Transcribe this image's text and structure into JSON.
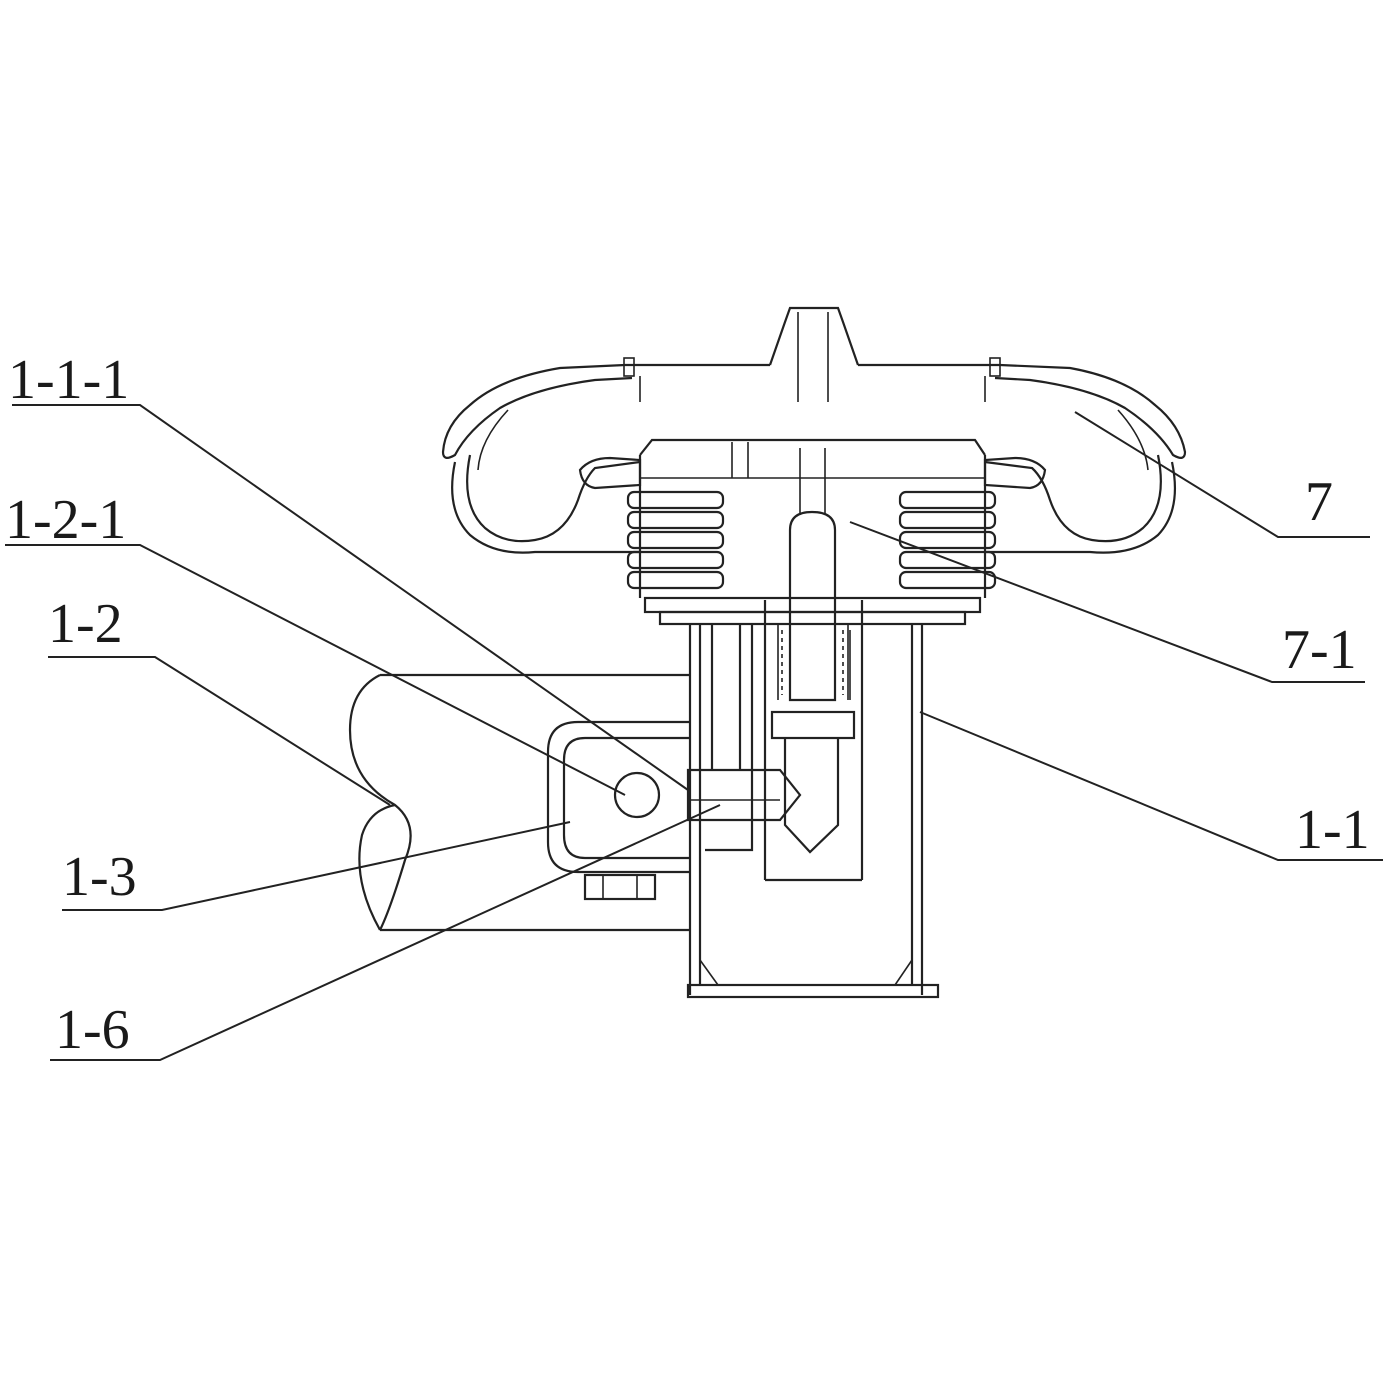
{
  "colors": {
    "line": "#222222",
    "background": "#ffffff"
  },
  "labels": {
    "l_1_1_1": "1-1-1",
    "l_1_2_1": "1-2-1",
    "l_1_2": "1-2",
    "l_1_3": "1-3",
    "l_1_6": "1-6",
    "l_7": "7",
    "l_7_1": "7-1",
    "l_1_1": "1-1"
  }
}
